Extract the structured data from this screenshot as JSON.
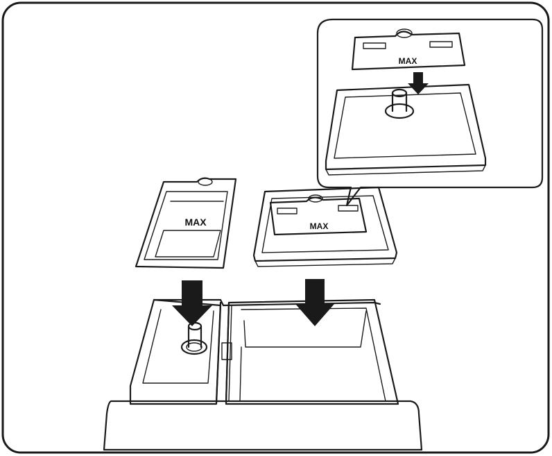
{
  "labels": {
    "max_left_insert": "MAX",
    "max_middle_insert": "MAX",
    "max_callout_insert": "MAX"
  },
  "colors": {
    "outline": "#1a1a1a",
    "fill_light": "#f4f4f4",
    "fill_gray": "#cfcfcf",
    "fill_dark": "#8c8c8c",
    "arrow": "#1a1a1a"
  }
}
